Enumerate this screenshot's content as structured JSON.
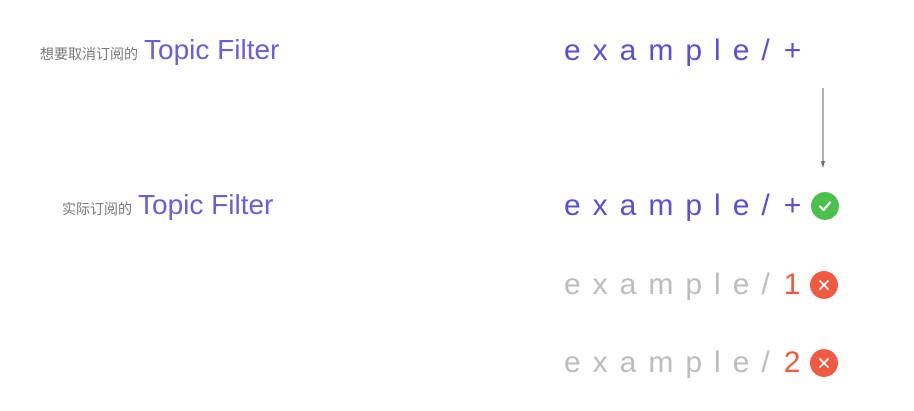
{
  "unsubscribe_row": {
    "label_cn": "想要取消订阅的",
    "label_en": "Topic Filter",
    "filter_prefix": "example/",
    "filter_level": "+"
  },
  "actual_row": {
    "label_cn": "实际订阅的",
    "label_en": "Topic Filter"
  },
  "subscriptions": [
    {
      "prefix": "example/",
      "level": "+",
      "result": "match",
      "icon": "check-icon"
    },
    {
      "prefix": "example/",
      "level": "1",
      "result": "no-match",
      "icon": "cross-icon"
    },
    {
      "prefix": "example/",
      "level": "2",
      "result": "no-match",
      "icon": "cross-icon"
    }
  ],
  "colors": {
    "accent": "#5b4fd6",
    "label_en": "#6a5fd8",
    "muted": "#bdbdbd",
    "error": "#ef5a41",
    "success": "#4cc04c",
    "arrow": "#666666"
  }
}
